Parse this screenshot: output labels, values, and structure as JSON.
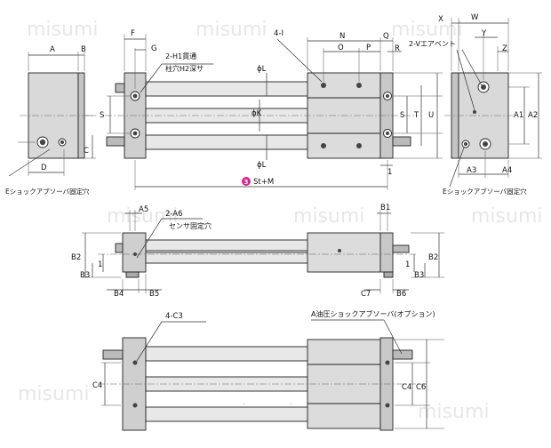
{
  "watermark": "misumi",
  "colors": {
    "body": "#d9d9d9",
    "plate": "#c8c8c8",
    "line": "#222222",
    "badge": "#e0218a"
  },
  "top_view": {
    "dims_top": [
      "A",
      "B",
      "F",
      "G",
      "4-I",
      "N",
      "O",
      "P",
      "Q",
      "R",
      "X",
      "W",
      "Y",
      "Z"
    ],
    "callout_bore": "2-H1貫通",
    "callout_counterbore": "柱穴H2深サ",
    "callout_vent": "2-Vエアベント",
    "dims_left": [
      "S",
      "C",
      "D"
    ],
    "dims_mid": [
      "S",
      "ϕL",
      "ϕK",
      "ϕL",
      "T",
      "U",
      "1"
    ],
    "dims_right": [
      "A1",
      "A2",
      "A3",
      "A4"
    ],
    "note_left": "Eショックアブソーバ固定穴",
    "note_right": "Eショックアブソーバ固定穴",
    "stroke_badge": "3",
    "stroke_label": "St+M"
  },
  "middle_view": {
    "dims": [
      "A5",
      "2-A6",
      "B1",
      "B2",
      "B3",
      "1",
      "B4",
      "B5",
      "C7",
      "B6",
      "B3",
      "1",
      "B2"
    ],
    "callout": "センサ固定穴"
  },
  "bottom_view": {
    "callout_holes": "4-C3",
    "callout_absorber": "A油圧ショックアブソーバ(オプション)",
    "dims": [
      "C4",
      "C4",
      "C6"
    ]
  }
}
